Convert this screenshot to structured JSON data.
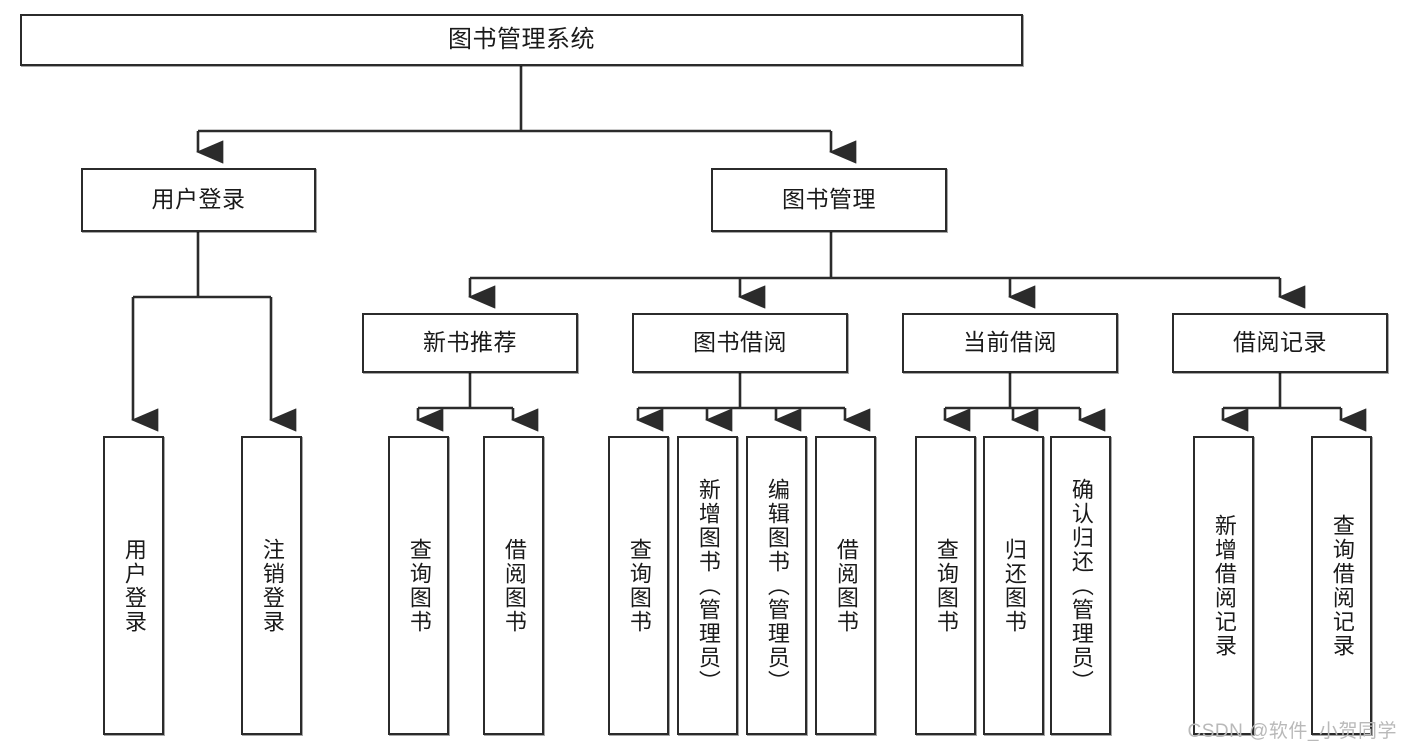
{
  "diagram": {
    "title": "图书管理系统",
    "type": "tree-hierarchy",
    "root": {
      "label": "图书管理系统"
    },
    "level1": [
      {
        "label": "用户登录"
      },
      {
        "label": "图书管理"
      }
    ],
    "level2": [
      {
        "label": "新书推荐"
      },
      {
        "label": "图书借阅"
      },
      {
        "label": "当前借阅"
      },
      {
        "label": "借阅记录"
      }
    ],
    "leaves": {
      "user_login": [
        {
          "label": "用户登录"
        },
        {
          "label": "注销登录"
        }
      ],
      "new_book_recommend": [
        {
          "label": "查询图书"
        },
        {
          "label": "借阅图书"
        }
      ],
      "book_borrow": [
        {
          "label": "查询图书"
        },
        {
          "label": "新增图书（管理员）"
        },
        {
          "label": "编辑图书（管理员）"
        },
        {
          "label": "借阅图书"
        }
      ],
      "current_borrow": [
        {
          "label": "查询图书"
        },
        {
          "label": "归还图书"
        },
        {
          "label": "确认归还（管理员）"
        }
      ],
      "borrow_record": [
        {
          "label": "新增借阅记录"
        },
        {
          "label": "查询借阅记录"
        }
      ]
    }
  },
  "watermark": {
    "text": "CSDN @软件_小贺同学"
  },
  "colors": {
    "stroke": "#2b2b2b",
    "fill": "#ffffff",
    "text": "#1a1a1a",
    "watermark": "#b9b9b9"
  }
}
